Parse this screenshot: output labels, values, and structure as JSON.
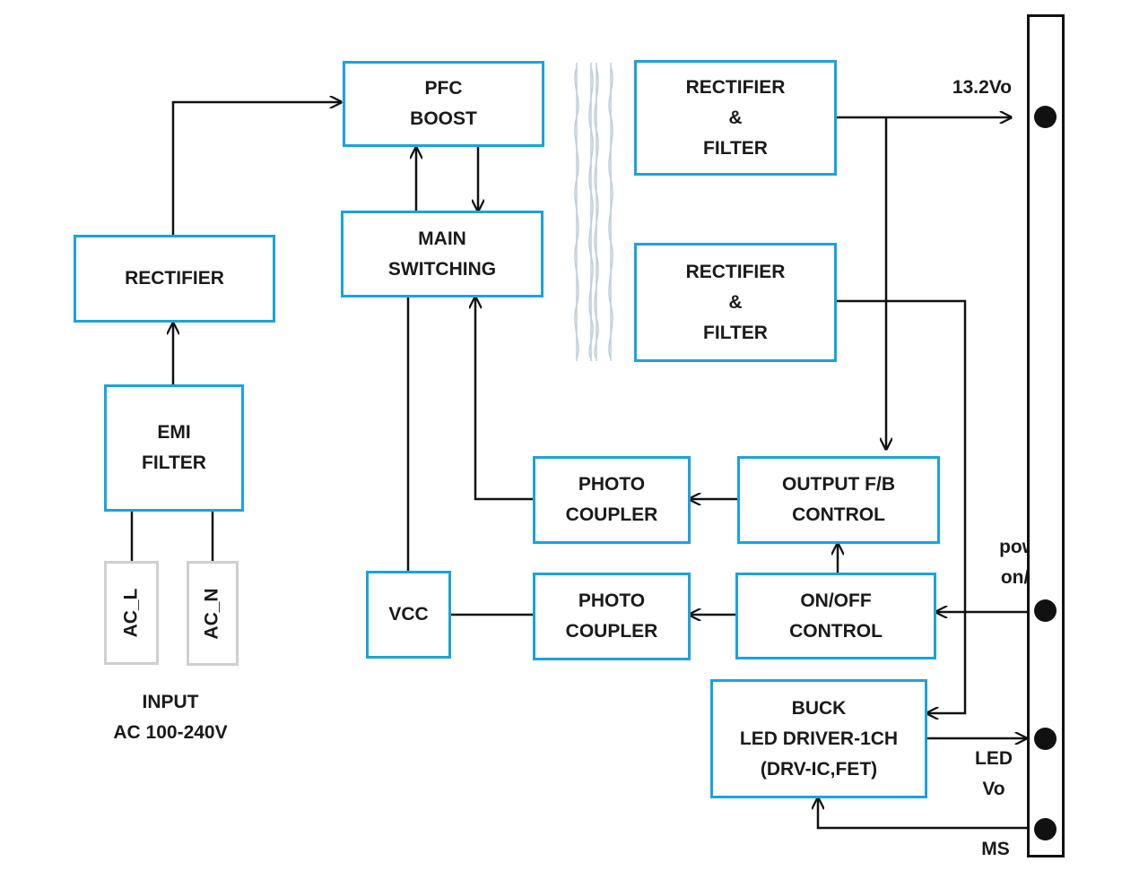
{
  "blocks": {
    "pfc_boost": [
      "PFC",
      "BOOST"
    ],
    "main_switching": [
      "MAIN",
      "SWITCHING"
    ],
    "rectifier_input": [
      "RECTIFIER"
    ],
    "emi_filter": [
      "EMI",
      "FILTER"
    ],
    "rectifier_filter_1": [
      "RECTIFIER",
      "&",
      "FILTER"
    ],
    "rectifier_filter_2": [
      "RECTIFIER",
      "&",
      "FILTER"
    ],
    "photo_coupler_1": [
      "PHOTO",
      "COUPLER"
    ],
    "output_fb_control": [
      "OUTPUT F/B",
      "CONTROL"
    ],
    "vcc": [
      "VCC"
    ],
    "photo_coupler_2": [
      "PHOTO",
      "COUPLER"
    ],
    "on_off_control": [
      "ON/OFF",
      "CONTROL"
    ],
    "buck_led_driver": [
      "BUCK",
      "LED DRIVER-1CH",
      "(DRV-IC,FET)"
    ]
  },
  "ac_inputs": [
    "AC_L",
    "AC_N"
  ],
  "labels": {
    "input": [
      "INPUT",
      "AC 100-240V"
    ],
    "output_13v": "13.2Vo",
    "power_on_off": [
      "power",
      "on/off"
    ],
    "led_vo": [
      "LED",
      "Vo"
    ],
    "ms": "MS"
  },
  "colors": {
    "block_border": "#1aa3dd",
    "ac_border": "#cfcfcf",
    "line": "#111111",
    "transformer": "#bcd0dc"
  }
}
